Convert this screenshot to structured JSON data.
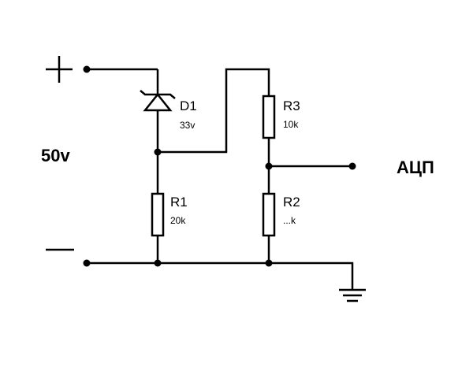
{
  "supply": {
    "voltage_label": "50v",
    "plus_symbol": "+",
    "minus_symbol": "—"
  },
  "output": {
    "label": "АЦП"
  },
  "components": {
    "d1": {
      "name": "D1",
      "value": "33v",
      "symbol": "zener-diode"
    },
    "r1": {
      "name": "R1",
      "value": "20k",
      "symbol": "resistor"
    },
    "r2": {
      "name": "R2",
      "value": "...k",
      "symbol": "resistor"
    },
    "r3": {
      "name": "R3",
      "value": "10k",
      "symbol": "resistor"
    }
  },
  "ground": {
    "symbol": "ground-icon"
  }
}
